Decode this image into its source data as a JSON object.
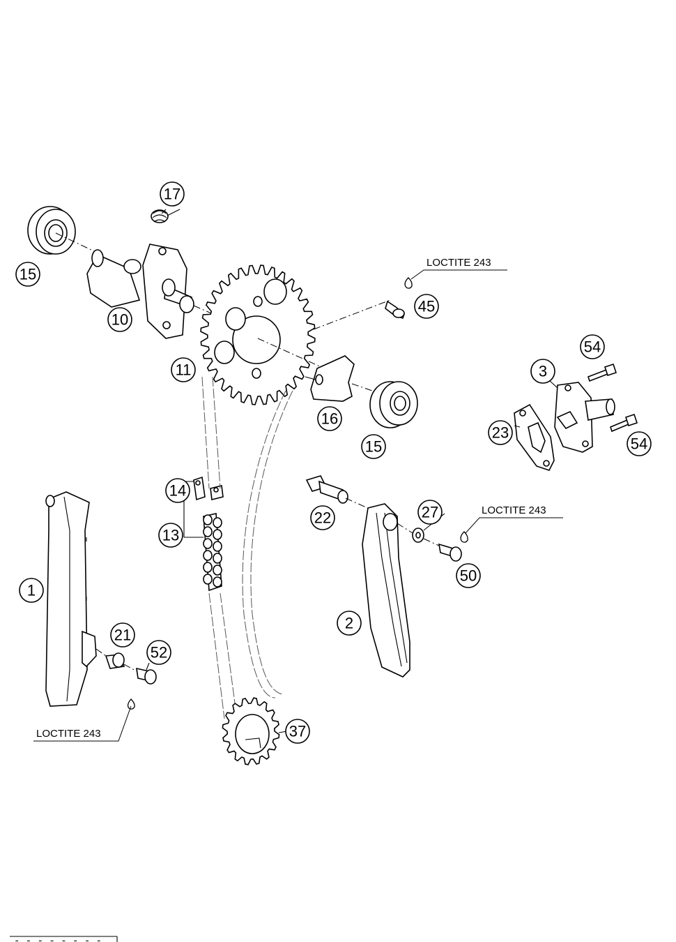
{
  "callouts": [
    {
      "id": "c17",
      "label": "17"
    },
    {
      "id": "c15a",
      "label": "15"
    },
    {
      "id": "c10",
      "label": "10"
    },
    {
      "id": "c11",
      "label": "11"
    },
    {
      "id": "c45",
      "label": "45"
    },
    {
      "id": "c16",
      "label": "16"
    },
    {
      "id": "c15b",
      "label": "15"
    },
    {
      "id": "c54a",
      "label": "54"
    },
    {
      "id": "c3",
      "label": "3"
    },
    {
      "id": "c23",
      "label": "23"
    },
    {
      "id": "c54b",
      "label": "54"
    },
    {
      "id": "c14",
      "label": "14"
    },
    {
      "id": "c13",
      "label": "13"
    },
    {
      "id": "c22",
      "label": "22"
    },
    {
      "id": "c27",
      "label": "27"
    },
    {
      "id": "c50",
      "label": "50"
    },
    {
      "id": "c1",
      "label": "1"
    },
    {
      "id": "c21",
      "label": "21"
    },
    {
      "id": "c52",
      "label": "52"
    },
    {
      "id": "c2",
      "label": "2"
    },
    {
      "id": "c37",
      "label": "37"
    }
  ],
  "notes": {
    "loctite_top": "LOCTITE 243",
    "loctite_right": "LOCTITE 243",
    "loctite_left": "LOCTITE 243"
  },
  "footer_code": "- - - - - - - -"
}
